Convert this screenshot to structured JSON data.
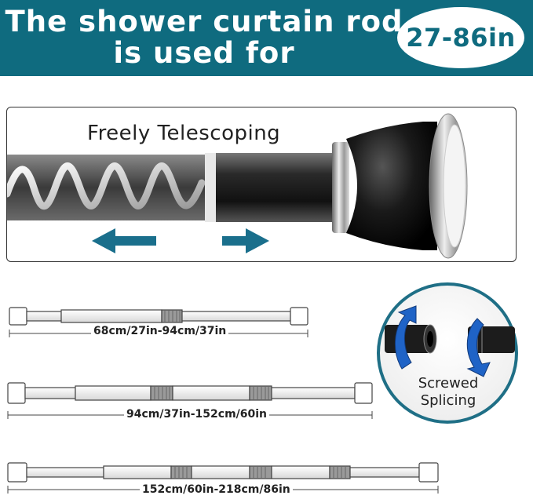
{
  "banner": {
    "title_line1": "The shower curtain rod",
    "title_line2": "is used for",
    "range_badge": "27-86in",
    "background_color": "#0f6b7f"
  },
  "feature": {
    "label": "Freely Telescoping",
    "arrow_color": "#1a6f8c"
  },
  "lengths": [
    {
      "label": "68cm/27in-94cm/37in"
    },
    {
      "label": "94cm/37in-152cm/60in"
    },
    {
      "label": "152cm/60in-218cm/86in"
    }
  ],
  "splice": {
    "line1": "Screwed",
    "line2": "Splicing",
    "circle_color": "#1f6f86",
    "arrow_color": "#1f63c6"
  }
}
